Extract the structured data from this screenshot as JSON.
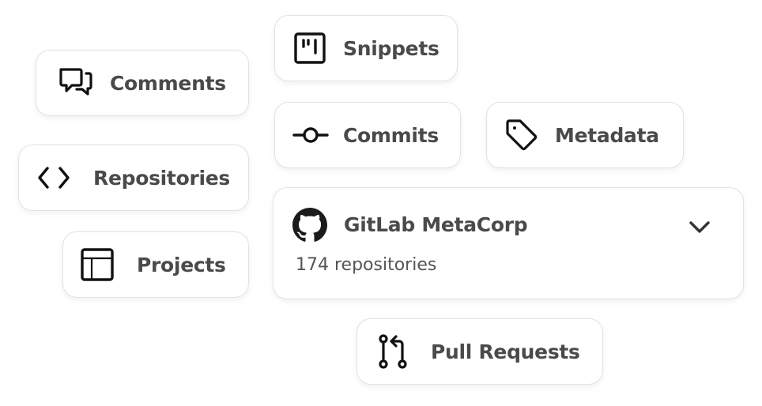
{
  "chips": {
    "comments": {
      "label": "Comments",
      "icon": "comments-icon"
    },
    "snippets": {
      "label": "Snippets",
      "icon": "snippet-board-icon"
    },
    "commits": {
      "label": "Commits",
      "icon": "commit-icon"
    },
    "metadata": {
      "label": "Metadata",
      "icon": "tag-icon"
    },
    "repositories": {
      "label": "Repositories",
      "icon": "code-brackets-icon"
    },
    "projects": {
      "label": "Projects",
      "icon": "table-layout-icon"
    },
    "pull_requests": {
      "label": "Pull Requests",
      "icon": "pull-request-icon"
    }
  },
  "organization": {
    "name": "GitLab MetaCorp",
    "repo_count": "174 repositories",
    "icon": "github-icon",
    "expand_icon": "chevron-down-icon"
  },
  "colors": {
    "label_text": "#4a4a4a",
    "icon": "#111111",
    "border": "#e2e2e2"
  }
}
